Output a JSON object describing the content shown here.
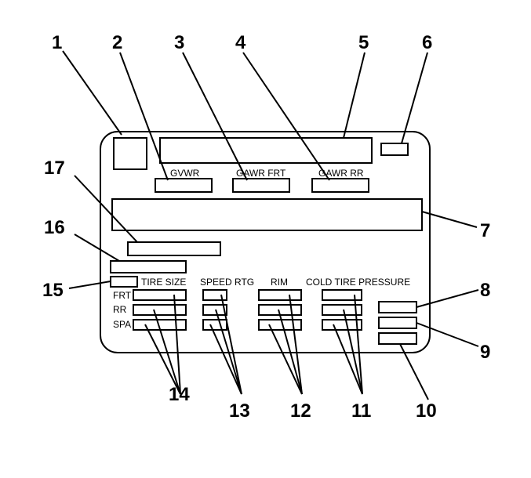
{
  "callouts": {
    "n1": "1",
    "n2": "2",
    "n3": "3",
    "n4": "4",
    "n5": "5",
    "n6": "6",
    "n7": "7",
    "n8": "8",
    "n9": "9",
    "n10": "10",
    "n11": "11",
    "n12": "12",
    "n13": "13",
    "n14": "14",
    "n15": "15",
    "n16": "16",
    "n17": "17"
  },
  "labels": {
    "gvwr": "GVWR",
    "gawr_frt": "GAWR FRT",
    "gawr_rr": "GAWR RR",
    "tire_size": "TIRE SIZE",
    "speed_rtg": "SPEED RTG",
    "rim": "RIM",
    "cold_tire_pressure": "COLD TIRE PRESSURE",
    "row_frt": "FRT",
    "row_rr": "RR",
    "row_spa": "SPA"
  }
}
